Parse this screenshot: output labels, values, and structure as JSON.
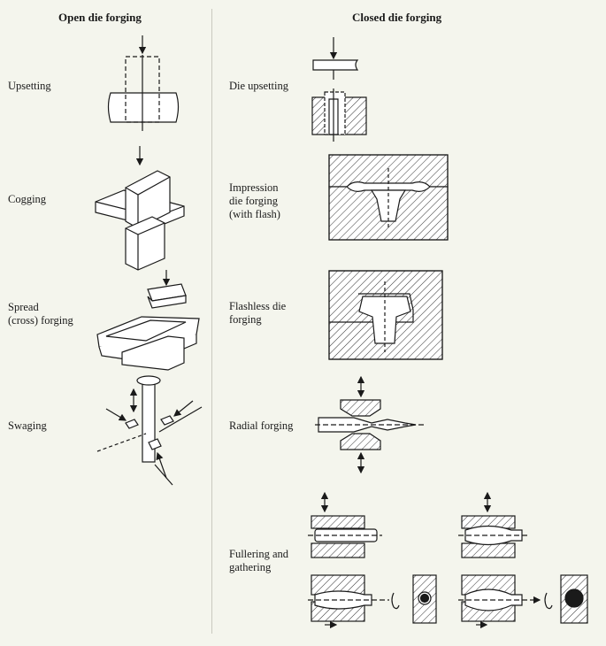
{
  "columns": {
    "open": {
      "heading": "Open die forging",
      "processes": [
        "Upsetting",
        "Cogging",
        "Spread\n(cross) forging",
        "Swaging"
      ]
    },
    "closed": {
      "heading": "Closed die forging",
      "processes": [
        "Die upsetting",
        "Impression\ndie forging\n(with flash)",
        "Flashless die\nforging",
        "Radial forging",
        "Fullering and\ngathering"
      ]
    }
  },
  "colors": {
    "background": "#f4f5ed",
    "ink": "#1a1a1a",
    "divider": "#c9c9bf",
    "workpiece": "#ffffff"
  }
}
